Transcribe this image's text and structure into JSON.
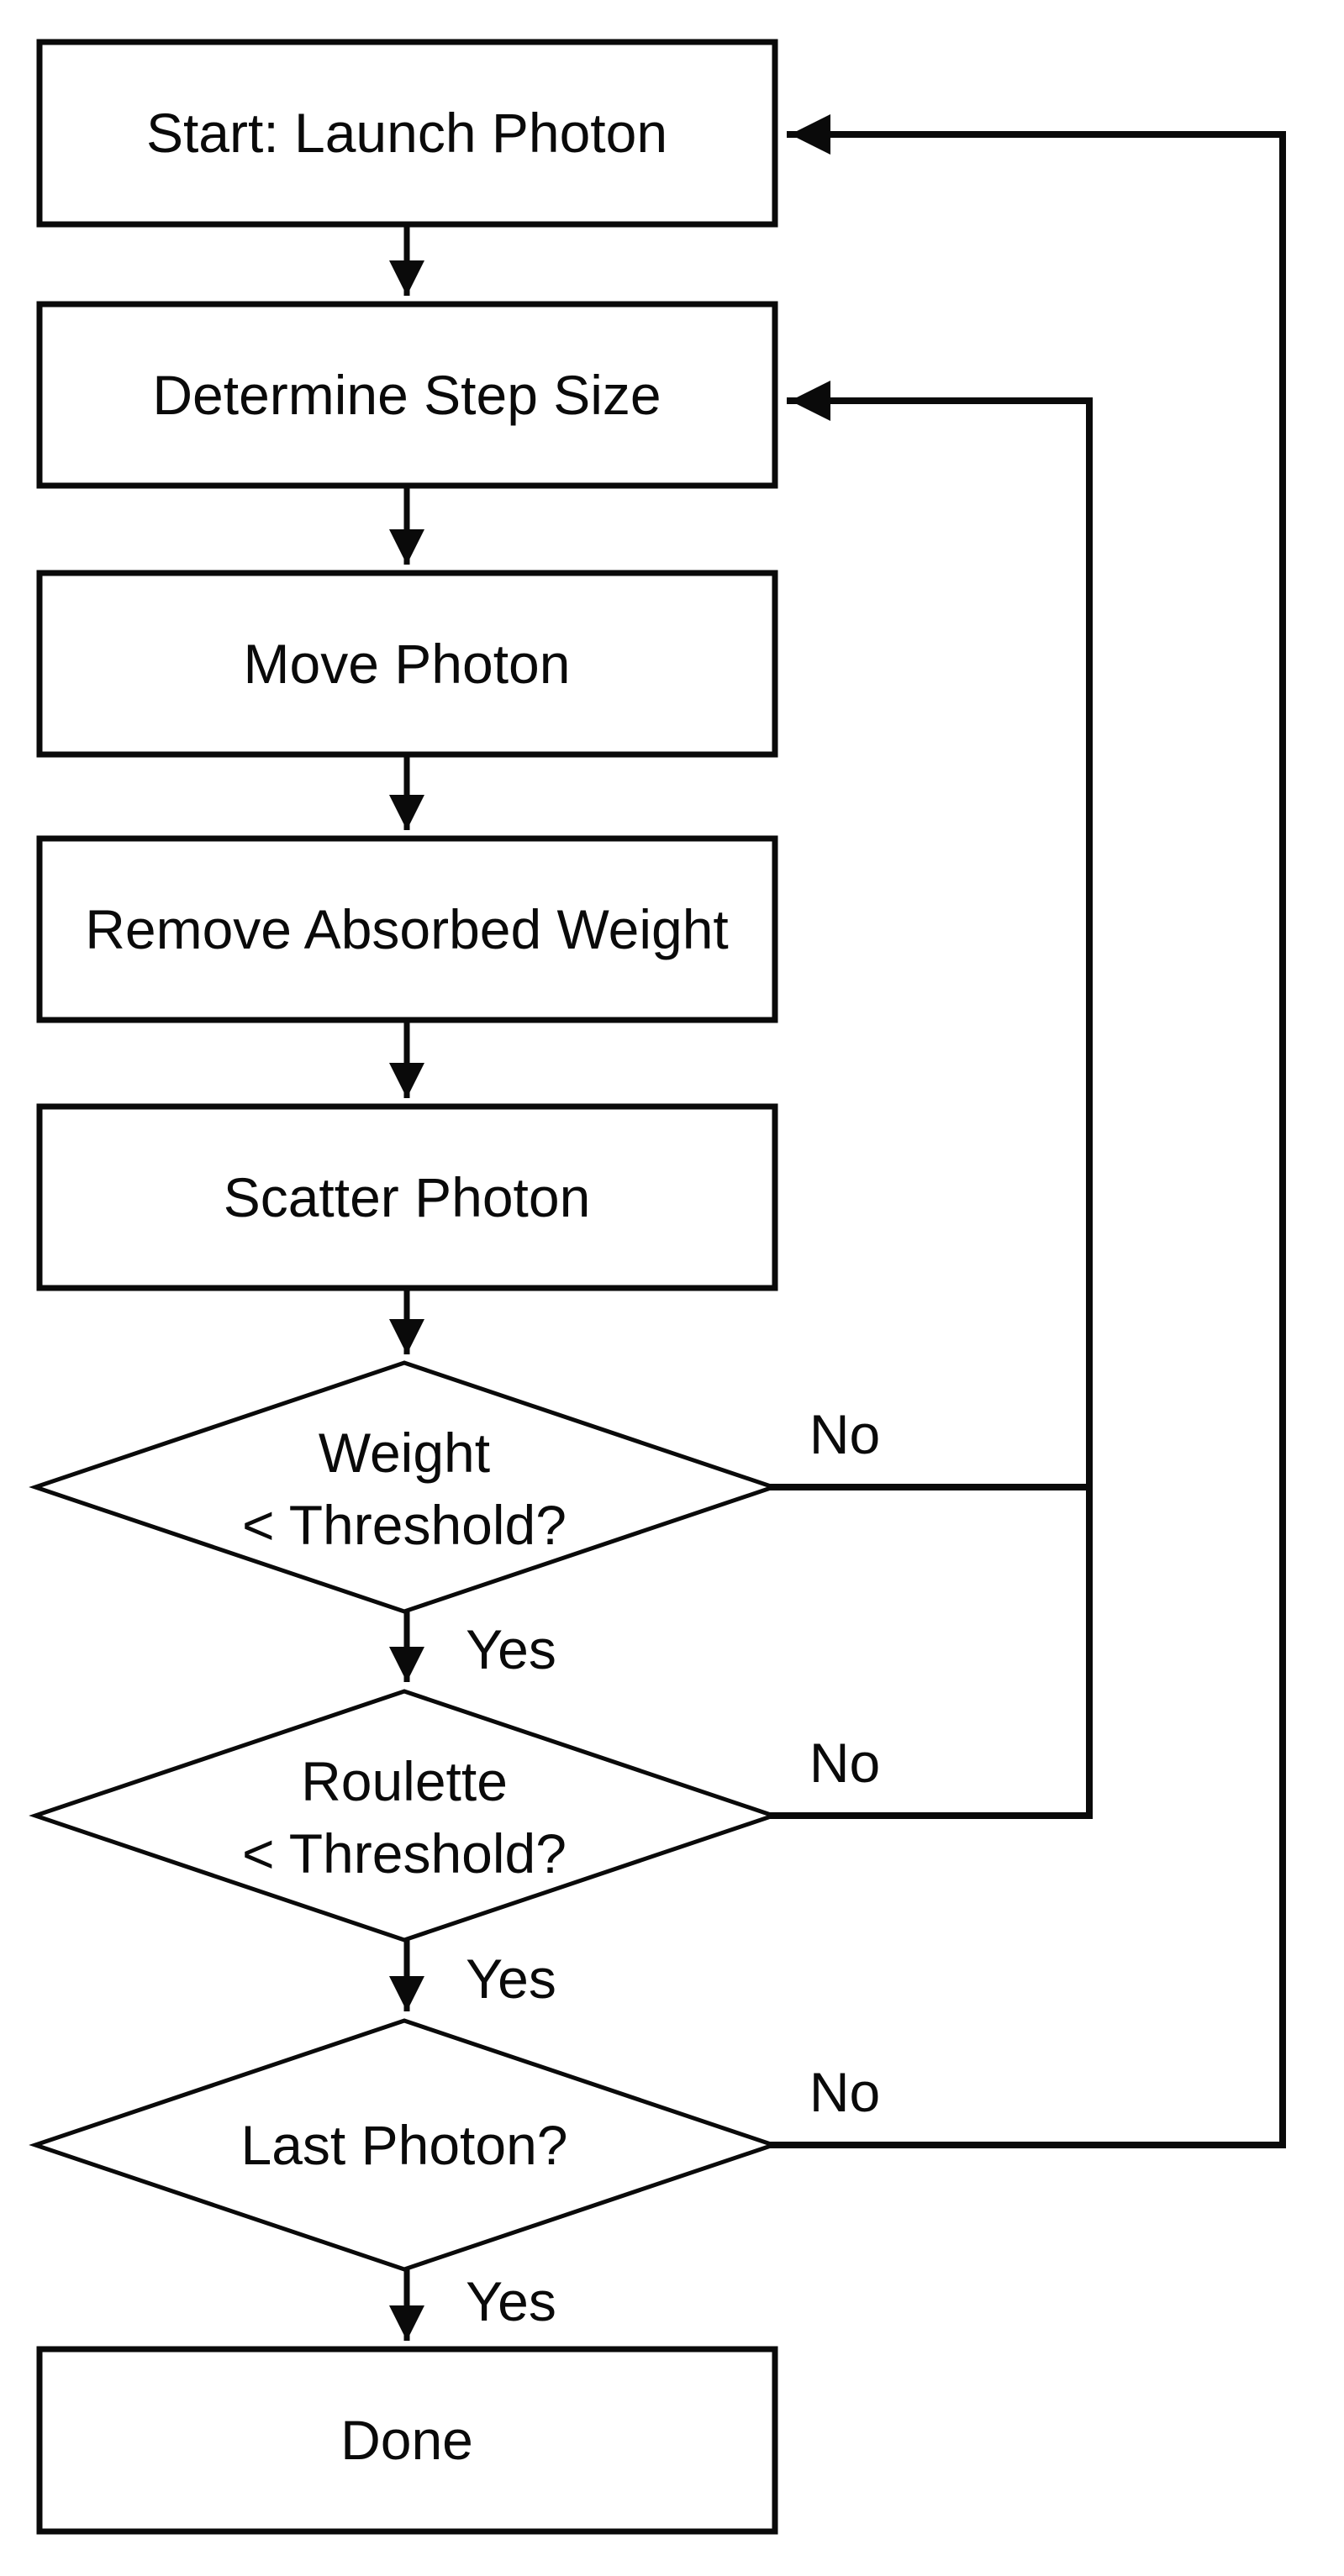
{
  "colors": {
    "stroke": "#0a0a0a",
    "node-fill": "#ffffff",
    "text": "#0a0a0a",
    "background": "#ffffff"
  },
  "flowchart": {
    "processes": [
      {
        "label": "Start: Launch Photon"
      },
      {
        "label": "Determine Step Size"
      },
      {
        "label": "Move Photon"
      },
      {
        "label": "Remove Absorbed Weight"
      },
      {
        "label": "Scatter Photon"
      },
      {
        "label": "Done"
      }
    ],
    "decisions": [
      {
        "line1": "Weight",
        "line2": "< Threshold?",
        "yes": "Yes",
        "no": "No"
      },
      {
        "line1": "Roulette",
        "line2": "< Threshold?",
        "yes": "Yes",
        "no": "No"
      },
      {
        "line1": "Last Photon?",
        "yes": "Yes",
        "no": "No"
      }
    ]
  }
}
